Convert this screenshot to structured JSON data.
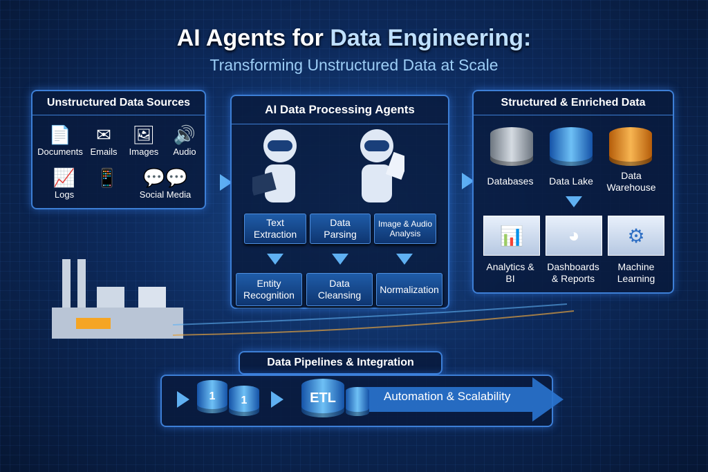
{
  "title": {
    "part1": "AI Agents ",
    "part2": "for ",
    "part3": "Data Engineering:",
    "subtitle": "Transforming Unstructured Data at Scale"
  },
  "sources": {
    "title": "Unstructured Data Sources",
    "items": [
      {
        "label": "Documents",
        "icon": "document-icon"
      },
      {
        "label": "Emails",
        "icon": "email-icon"
      },
      {
        "label": "Images",
        "icon": "image-icon"
      },
      {
        "label": "Audio",
        "icon": "audio-icon"
      },
      {
        "label": "Logs",
        "icon": "logs-icon"
      },
      {
        "label": "",
        "icon": "tablet-icon"
      },
      {
        "label": "Social Media",
        "icon": "chat-icon"
      }
    ]
  },
  "agents": {
    "title": "AI Data Processing Agents",
    "top": [
      "Text Extraction",
      "Data Parsing",
      "Image & Audio Analysis"
    ],
    "bottom": [
      "Entity Recognition",
      "Data Cleansing",
      "Normalization"
    ]
  },
  "structured": {
    "title": "Structured & Enriched Data",
    "stores": [
      "Databases",
      "Data Lake",
      "Data Warehouse"
    ],
    "uses": [
      "Analytics & BI",
      "Dashboards & Reports",
      "Machine Learning"
    ],
    "colors": {
      "db": "#9aa3ad",
      "lake": "#2f86d8",
      "warehouse": "#e08a1e"
    }
  },
  "pipeline": {
    "title": "Data Pipelines & Integration",
    "cyl1": "1",
    "cyl2": "1",
    "etl": "ETL",
    "tagline": "Automation & Scalability"
  }
}
